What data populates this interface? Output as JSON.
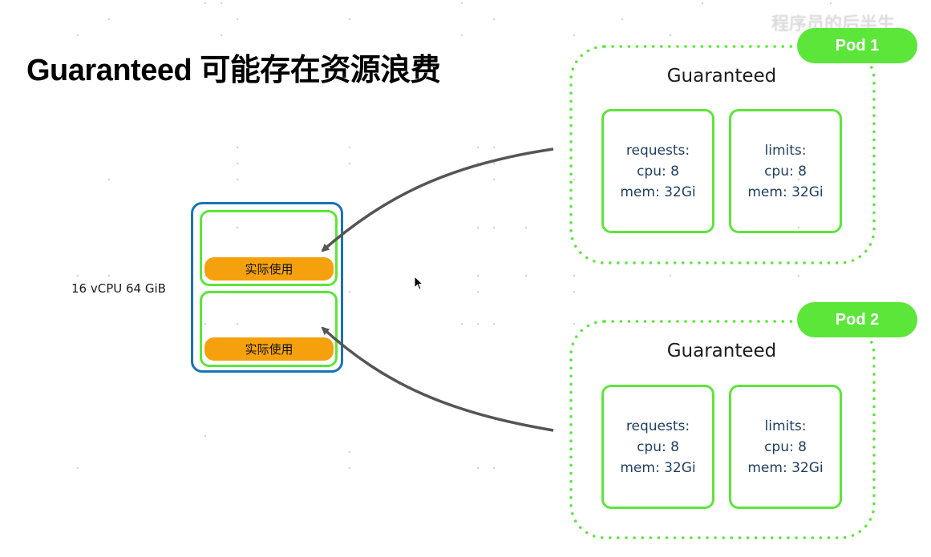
{
  "slide": {
    "title": "Guaranteed 可能存在资源浪费",
    "watermark": "程序员的后半生"
  },
  "node": {
    "label": "16 vCPU 64 GiB",
    "slots": [
      {
        "usage_label": "实际使用"
      },
      {
        "usage_label": "实际使用"
      }
    ]
  },
  "pods": [
    {
      "badge": "Pod 1",
      "qos_class": "Guaranteed",
      "requests": {
        "title": "requests:",
        "cpu": "cpu: 8",
        "mem": "mem: 32Gi"
      },
      "limits": {
        "title": "limits:",
        "cpu": "cpu: 8",
        "mem": "mem: 32Gi"
      }
    },
    {
      "badge": "Pod 2",
      "qos_class": "Guaranteed",
      "requests": {
        "title": "requests:",
        "cpu": "cpu: 8",
        "mem": "mem: 32Gi"
      },
      "limits": {
        "title": "limits:",
        "cpu": "cpu: 8",
        "mem": "mem: 32Gi"
      }
    }
  ],
  "colors": {
    "pod_green": "#5ce63a",
    "node_blue": "#1a73b5",
    "usage_orange": "#f5a10d",
    "arrow_gray": "#555555",
    "resource_text": "#1f3f63"
  },
  "icons": {
    "cursor": "mouse-pointer-icon"
  }
}
